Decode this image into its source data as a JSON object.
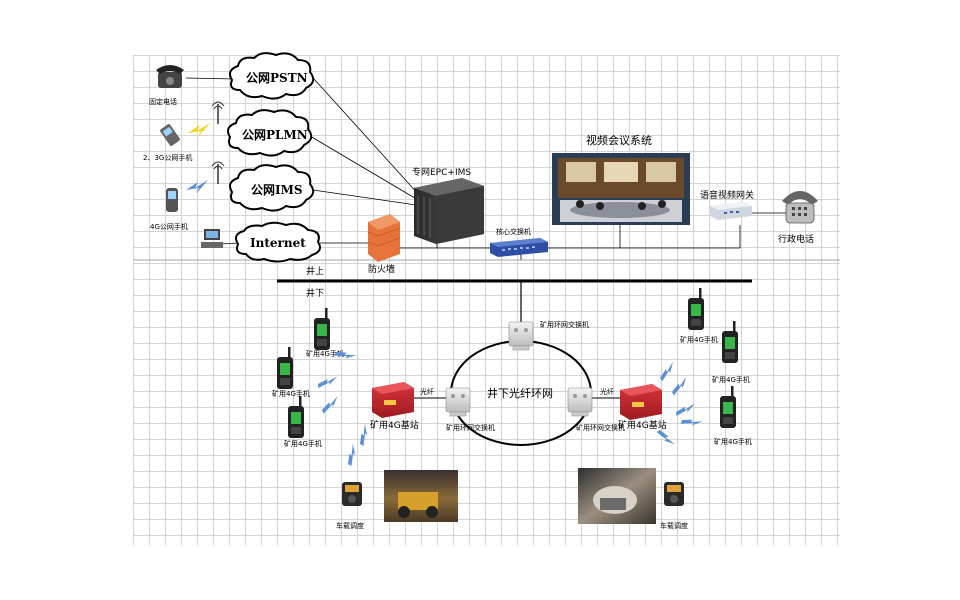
{
  "clouds": {
    "pstn": "公网PSTN",
    "plmn": "公网PLMN",
    "ims": "公网IMS",
    "internet": "Internet"
  },
  "labels": {
    "fixed_phone": "固定电话",
    "phone_23g": "2、3G公网手机",
    "phone_4g_public": "4G公网手机",
    "epc_ims": "专网EPC+IMS",
    "firewall": "防火墙",
    "core_switch": "核心交换机",
    "video_conf": "视频会议系统",
    "voice_gateway": "语音视频网关",
    "admin_phone": "行政电话",
    "above_ground": "井上",
    "below_ground": "井下",
    "fiber_ring": "井下光纤环网",
    "ring_switch_top": "矿用环网交换机",
    "ring_switch_left": "矿用环网交换机",
    "ring_switch_right": "矿用环网交换机",
    "fiber_left": "光纤",
    "fiber_right": "光纤",
    "bs_left": "矿用4G基站",
    "bs_right": "矿用4G基站",
    "mine_phone_l1": "矿用4G手机",
    "mine_phone_l2": "矿用4G手机",
    "mine_phone_l3": "矿用4G手机",
    "mine_phone_r1": "矿用4G手机",
    "mine_phone_r2": "矿用4G手机",
    "mine_phone_r3": "矿用4G手机",
    "vehicle_left": "车载调度",
    "vehicle_right": "车载调度"
  },
  "colors": {
    "line": "#000000",
    "bolt": "#5b8fd6",
    "bolt_yellow": "#f2d21a",
    "base_station": "#c8252c",
    "switch_blue": "#2e4ea3",
    "firewall": "#e5733a",
    "phone_screen": "#39b54a"
  }
}
